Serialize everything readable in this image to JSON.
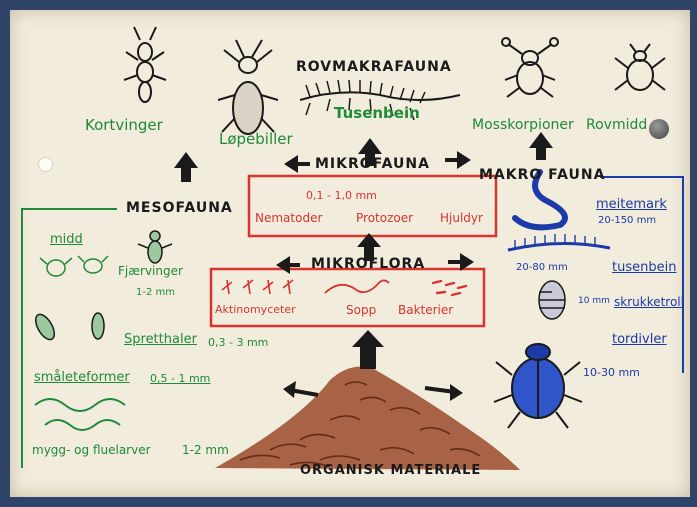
{
  "top_label": "ROVMAKRAFAUNA",
  "top_animals": [
    "Kortvinger",
    "Løpebiller",
    "Tusenbein",
    "Mosskorpioner",
    "Rovmidd"
  ],
  "mikrofauna": {
    "title": "MIKROFAUNA",
    "size": "0,1 - 1,0 mm",
    "groups": [
      "Nematoder",
      "Protozoer",
      "Hjuldyr"
    ]
  },
  "mikroflora": {
    "title": "MIKROFLORA",
    "groups": [
      "Aktinomyceter",
      "Sopp",
      "Bakterier"
    ]
  },
  "mesofauna": {
    "title": "MESOFAUNA",
    "midd": "midd",
    "fjaervinger": "Fjærvinger",
    "fjaervinger_size": "1-2 mm",
    "spretthaler": "Spretthaler",
    "spretthaler_size": "0,3 - 3 mm",
    "smaleteformer": "småleteformer",
    "smaleteformer_size": "0,5 - 1 mm",
    "larver": "mygg- og fluelarver",
    "larver_size": "1-2 mm"
  },
  "makrofauna": {
    "title": "MAKRO FAUNA",
    "meitemark": "meitemark",
    "meitemark_size": "20-150 mm",
    "tusenbein_size": "20-80 mm",
    "tusenbein": "tusenbein",
    "skrukketroll_size": "10 mm",
    "skrukketroll": "skrukketroll",
    "tordivler": "tordivler",
    "tordivler_size": "10-30 mm"
  },
  "base_label": "ORGANISK MATERIALE",
  "colors": {
    "paper": "#f2ecdc",
    "frame": "#2f4468",
    "black": "#1a1a1a",
    "green": "#1f8a3a",
    "red": "#d8332f",
    "blue": "#1c3aa8",
    "brown": "#8a3a20"
  }
}
